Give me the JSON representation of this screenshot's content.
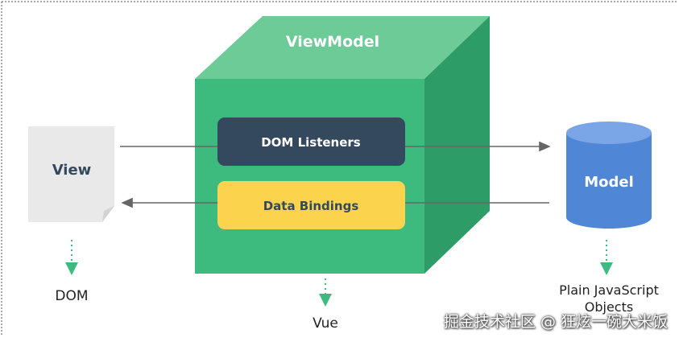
{
  "diagram": {
    "viewmodel_title": "ViewModel",
    "dom_listeners_label": "DOM Listeners",
    "data_bindings_label": "Data Bindings",
    "view_label": "View",
    "model_label": "Model",
    "dom_label": "DOM",
    "vue_label": "Vue",
    "plain_js_line1": "Plain JavaScript",
    "plain_js_line2": "Objects"
  },
  "watermark": "掘金技术社区 @ 狂炫一碗大米饭",
  "colors": {
    "cube_front": "#3dba7e",
    "cube_top": "#6dcb97",
    "cube_side": "#2e9c66",
    "listeners_box": "#35495e",
    "bindings_box": "#fcd34d",
    "model_cylinder": "#4f86d6",
    "model_cylinder_top": "#7aa5e6",
    "view_page": "#e9e9e9",
    "arrow": "#666666",
    "dotted_arrow": "#3dba7e"
  }
}
